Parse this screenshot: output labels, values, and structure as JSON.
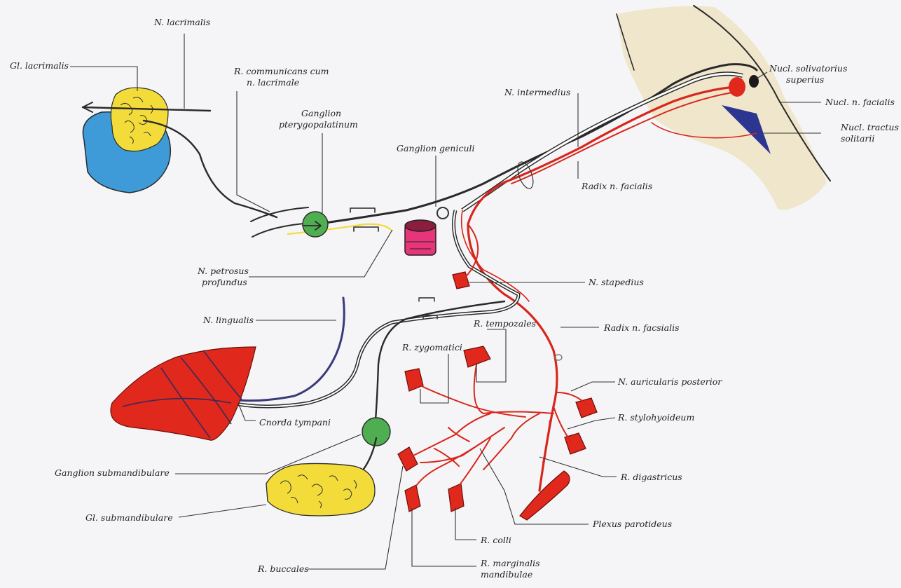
{
  "labels": {
    "n_lacrimalis": "N. lacrimalis",
    "gl_lacrimalis": "Gl. lacrimalis",
    "r_communicans_1": "R. communicans cum",
    "r_communicans_2": "n. lacrimale",
    "ganglion_ptery_1": "Ganglion",
    "ganglion_ptery_2": "pterygopalatinum",
    "ganglion_geniculi": "Ganglion geniculi",
    "n_intermedius": "N. intermedius",
    "nucl_saliv_1": "Nucl. solivatorius",
    "nucl_saliv_2": "superius",
    "nucl_facialis": "Nucl. n. facialis",
    "nucl_tractus_1": "Nucl. tractus",
    "nucl_tractus_2": "solitarii",
    "radix_facialis_top": "Radix n. facialis",
    "n_petrosus_1": "N. petrosus",
    "n_petrosus_2": "profundus",
    "n_stapedius": "N. stapedius",
    "n_lingualis": "N. lingualis",
    "r_tempozales": "R. tempozales",
    "r_zygomatici": "R. zygomatici",
    "radix_facsialis": "Radix n. facsialis",
    "n_auricularis": "N. auricularis posterior",
    "cnorda_tympani": "Cnorda tympani",
    "r_stylohyoideum": "R. stylohyoideum",
    "ganglion_submand": "Ganglion submandibulare",
    "r_digastricus": "R. digastricus",
    "gl_submand": "Gl. submandibulare",
    "plexus_parotideus": "Plexus parotideus",
    "r_colli": "R. colli",
    "r_buccales": "R. buccales",
    "r_marginalis_1": "R. marginalis",
    "r_marginalis_2": "mandibulae"
  },
  "colors": {
    "gland_yellow": "#f3dc3a",
    "gland_blue": "#3f9bd8",
    "ganglion_green": "#4fae52",
    "brainstem_beige": "#efe6cc",
    "muscle_red": "#e0281c",
    "nerve_red": "#d8261c",
    "nerve_black": "#2a2a2a",
    "nerve_blue": "#3a3a7a"
  }
}
